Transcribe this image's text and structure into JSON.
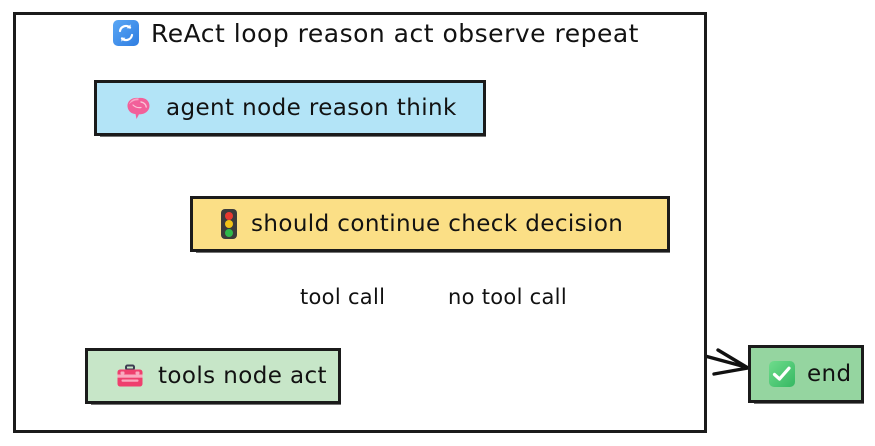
{
  "diagram": {
    "title": "ReAct loop reason act observe repeat",
    "title_icon": "sync-refresh-icon",
    "colors": {
      "agent_fill": "#b3e4f7",
      "decision_fill": "#fbdf86",
      "tools_fill": "#c7e6c8",
      "end_fill": "#95d5a0",
      "stroke": "#1b1b1b",
      "background": "#ffffff"
    },
    "nodes": [
      {
        "id": "agent",
        "label": "agent node reason think",
        "icon": "brain-icon"
      },
      {
        "id": "decision",
        "label": "should continue check decision",
        "icon": "traffic-light-icon"
      },
      {
        "id": "tools",
        "label": "tools node act",
        "icon": "toolbox-icon"
      },
      {
        "id": "end",
        "label": "end",
        "icon": "check-box-icon"
      }
    ],
    "edges": [
      {
        "from": "agent",
        "to": "decision",
        "label": ""
      },
      {
        "from": "decision",
        "to": "tools",
        "label": "tool call"
      },
      {
        "from": "decision",
        "to": "end",
        "label": "no tool call"
      },
      {
        "from": "tools",
        "to": "agent",
        "label": ""
      }
    ],
    "edge_labels": {
      "tool_call": "tool call",
      "no_tool_call": "no tool call"
    }
  }
}
